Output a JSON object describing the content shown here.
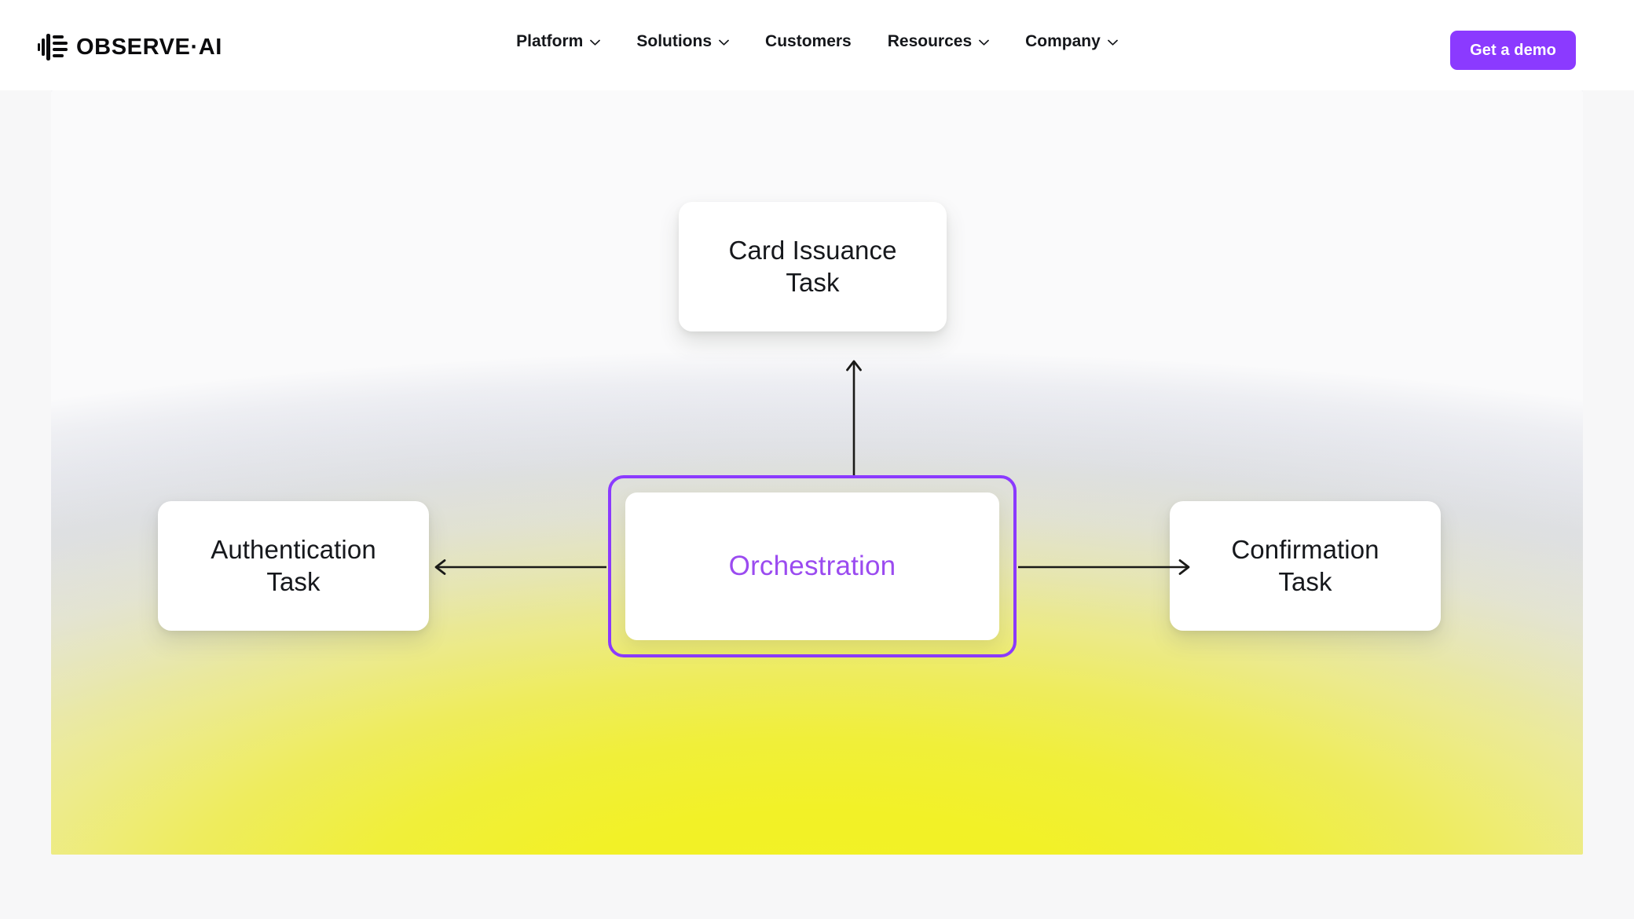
{
  "header": {
    "brand": {
      "mark_icon": "observe-ai-waveform-logo-icon",
      "wordmark": "OBSERVE·AI"
    },
    "nav": [
      {
        "label": "Platform",
        "has_dropdown": true,
        "icon": "chevron-down-icon"
      },
      {
        "label": "Solutions",
        "has_dropdown": true,
        "icon": "chevron-down-icon"
      },
      {
        "label": "Customers",
        "has_dropdown": false,
        "icon": ""
      },
      {
        "label": "Resources",
        "has_dropdown": true,
        "icon": "chevron-down-icon"
      },
      {
        "label": "Company",
        "has_dropdown": true,
        "icon": "chevron-down-icon"
      }
    ],
    "cta": {
      "label": "Get a demo",
      "background_color": "#8b3aff",
      "text_color": "#ffffff"
    }
  },
  "diagram": {
    "type": "hub-and-spoke-flow",
    "center": {
      "label": "Orchestration",
      "text_color": "#9b4bf0",
      "border_color": "#8b3aff",
      "fill_color": "#ffffff"
    },
    "nodes": [
      {
        "id": "card-issuance",
        "label": "Card Issuance\nTask",
        "line1": "Card Issuance",
        "line2": "Task",
        "position": "top"
      },
      {
        "id": "authentication",
        "label": "Authentication\nTask",
        "line1": "Authentication",
        "line2": "Task",
        "position": "left"
      },
      {
        "id": "confirmation",
        "label": "Confirmation\nTask",
        "line1": "Confirmation",
        "line2": "Task",
        "position": "right"
      }
    ],
    "connectors": [
      {
        "id": "center-to-card-issuance",
        "from": "center",
        "to": "card-issuance",
        "direction": "up",
        "icon": "arrow-up-icon"
      },
      {
        "id": "center-to-authentication",
        "from": "center",
        "to": "authentication",
        "direction": "left",
        "icon": "arrow-left-icon"
      },
      {
        "id": "center-to-confirmation",
        "from": "center",
        "to": "confirmation",
        "direction": "right",
        "icon": "arrow-right-icon"
      }
    ],
    "background": {
      "glow_color": "#f2f123",
      "base_color": "#c7cad9",
      "node_fill": "#ffffff"
    }
  }
}
